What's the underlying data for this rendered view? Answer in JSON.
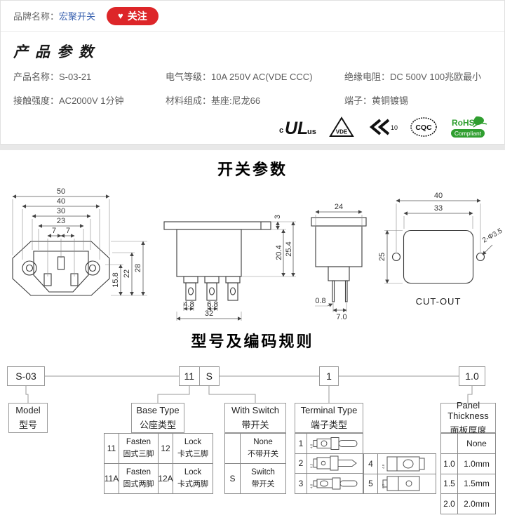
{
  "brand": {
    "label": "品牌名称：",
    "name": "宏聚开关",
    "follow": "关注",
    "heart": "♥"
  },
  "params": {
    "title": "产品参数",
    "items": [
      {
        "label": "产品名称：",
        "value": "S-03-21"
      },
      {
        "label": "电气等级：",
        "value": "10A 250V AC(VDE CCC)"
      },
      {
        "label": "绝缘电阻：",
        "value": "DC 500V 100兆欧最小"
      },
      {
        "label": "接触强度：",
        "value": "AC2000V 1分钟"
      },
      {
        "label": "材料组成：",
        "value": "基座:尼龙66"
      },
      {
        "label": "端子：",
        "value": "黄铜镀锡"
      }
    ]
  },
  "certs": {
    "ul_c": "c",
    "ul": "UL",
    "ul_us": "us",
    "vde": "VDE",
    "enec_num": "10",
    "cqc": "CQC",
    "rohs_1": "RoHS",
    "rohs_2": "Compliant",
    "green": "#2f9e2f",
    "black": "#111111"
  },
  "sections": {
    "switch_heading": "开关参数",
    "coding_heading": "型号及编码规则"
  },
  "drawings": {
    "front": {
      "d50": "50",
      "d40": "40",
      "d30": "30",
      "d23": "23",
      "d7l": "7",
      "d7r": "7",
      "d158": "15.8",
      "d22": "22",
      "d28": "28"
    },
    "side": {
      "d3": "3",
      "d204": "20.4",
      "d254": "25.4",
      "d48": "4.8",
      "d68": "6.8",
      "d32": "32"
    },
    "top": {
      "d24": "24",
      "d08": "0.8",
      "d70": "7.0"
    },
    "cutout": {
      "d40": "40",
      "d33": "33",
      "d25": "25",
      "holes": "2-Φ3.5",
      "caption": "CUT-OUT"
    }
  },
  "coding": {
    "top": {
      "model": "S-03",
      "base": "11",
      "switch_code": "S",
      "terminal": "1",
      "panel": "1.0"
    },
    "model": {
      "en": "Model",
      "zh": "型号"
    },
    "base_type": {
      "en": "Base Type",
      "zh": "公座类型",
      "rows": [
        {
          "c1": "11",
          "e1": "Fasten",
          "z1": "固式三脚",
          "c2": "12",
          "e2": "Lock",
          "z2": "卡式三脚"
        },
        {
          "c1": "11A",
          "e1": "Fasten",
          "z1": "固式两脚",
          "c2": "12A",
          "e2": "Lock",
          "z2": "卡式两脚"
        }
      ]
    },
    "with_switch": {
      "en": "With Switch",
      "zh": "带开关",
      "rows": [
        {
          "code": "",
          "en": "None",
          "zh": "不带开关"
        },
        {
          "code": "S",
          "en": "Switch",
          "zh": "带开关"
        }
      ]
    },
    "terminal_type": {
      "en": "Terminal Type",
      "zh": "端子类型",
      "rows": [
        {
          "num": "1",
          "dim": "4.8"
        },
        {
          "num": "2",
          "dim": "6.3"
        },
        {
          "num": "3",
          "dim": "4.8"
        },
        {
          "num": "4",
          "dim": "4.8"
        },
        {
          "num": "5",
          "dim": "6.3"
        }
      ]
    },
    "panel_thickness": {
      "en": "Panel Thickness",
      "zh": "面板厚度",
      "rows": [
        {
          "code": "",
          "value": "None"
        },
        {
          "code": "1.0",
          "value": "1.0mm"
        },
        {
          "code": "1.5",
          "value": "1.5mm"
        },
        {
          "code": "2.0",
          "value": "2.0mm"
        }
      ]
    }
  }
}
